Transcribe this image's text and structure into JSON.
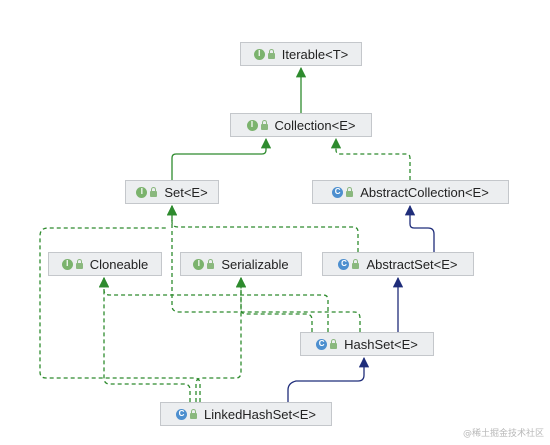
{
  "nodes": [
    {
      "id": "iterable",
      "label": "Iterable<T>",
      "kind": "interface",
      "badge": "I",
      "icon": "interface-icon"
    },
    {
      "id": "collection",
      "label": "Collection<E>",
      "kind": "interface",
      "badge": "I",
      "icon": "interface-icon"
    },
    {
      "id": "set",
      "label": "Set<E>",
      "kind": "interface",
      "badge": "I",
      "icon": "interface-icon"
    },
    {
      "id": "abstractcollection",
      "label": "AbstractCollection<E>",
      "kind": "class",
      "badge": "C",
      "icon": "abstract-class-icon"
    },
    {
      "id": "cloneable",
      "label": "Cloneable",
      "kind": "interface",
      "badge": "I",
      "icon": "interface-icon"
    },
    {
      "id": "serializable",
      "label": "Serializable",
      "kind": "interface",
      "badge": "I",
      "icon": "interface-icon"
    },
    {
      "id": "abstractset",
      "label": "AbstractSet<E>",
      "kind": "class",
      "badge": "C",
      "icon": "abstract-class-icon"
    },
    {
      "id": "hashset",
      "label": "HashSet<E>",
      "kind": "class",
      "badge": "C",
      "icon": "class-icon"
    },
    {
      "id": "linkedhashset",
      "label": "LinkedHashSet<E>",
      "kind": "class",
      "badge": "C",
      "icon": "class-icon"
    }
  ],
  "edges": [
    {
      "from": "collection",
      "to": "iterable",
      "type": "extends"
    },
    {
      "from": "set",
      "to": "collection",
      "type": "extends"
    },
    {
      "from": "abstractcollection",
      "to": "collection",
      "type": "implements"
    },
    {
      "from": "abstractset",
      "to": "abstractcollection",
      "type": "class-extends"
    },
    {
      "from": "abstractset",
      "to": "set",
      "type": "implements"
    },
    {
      "from": "hashset",
      "to": "abstractset",
      "type": "class-extends"
    },
    {
      "from": "hashset",
      "to": "set",
      "type": "implements"
    },
    {
      "from": "hashset",
      "to": "cloneable",
      "type": "implements"
    },
    {
      "from": "hashset",
      "to": "serializable",
      "type": "implements"
    },
    {
      "from": "linkedhashset",
      "to": "hashset",
      "type": "class-extends"
    },
    {
      "from": "linkedhashset",
      "to": "set",
      "type": "implements"
    },
    {
      "from": "linkedhashset",
      "to": "cloneable",
      "type": "implements"
    },
    {
      "from": "linkedhashset",
      "to": "serializable",
      "type": "implements"
    }
  ],
  "colors": {
    "interface_edge": "#2e8b2e",
    "class_edge": "#1f2d7a",
    "node_bg": "#eceef0",
    "node_border": "#c4c7cb"
  },
  "watermark": "@稀土掘金技术社区"
}
